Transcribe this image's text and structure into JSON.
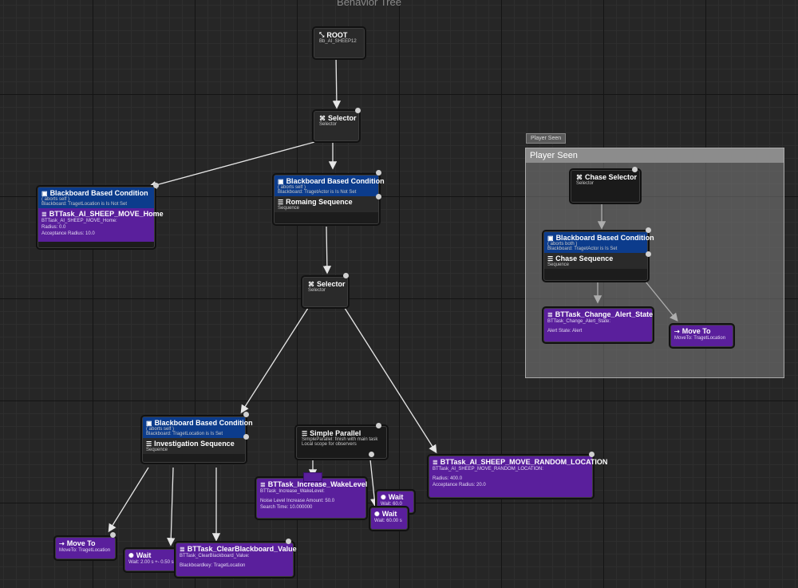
{
  "graph": {
    "title": "Behavior Tree"
  },
  "root": {
    "label": "ROOT",
    "sub": "Bb_AI_SHEEP12"
  },
  "selector1": {
    "label": "Selector",
    "sub": "Selector"
  },
  "home_branch": {
    "deco_title": "Blackboard Based Condition",
    "deco_line1": "( aborts self )",
    "deco_line2": "Blackboard: TragetLocation is Is Not Set",
    "task_title": "BTTask_AI_SHEEP_MOVE_Home",
    "task_line1": "BTTask_AI_SHEEP_MOVE_Home:",
    "task_line2": "Radius: 0.0",
    "task_line3": "Acceptance Radius: 10.0"
  },
  "roaming": {
    "deco_title": "Blackboard Based Condition",
    "deco_line1": "( aborts self )",
    "deco_line2": "Blackboard: TragetActor is Is Not Set",
    "seq_title": "Romaing Sequence",
    "seq_sub": "Sequence"
  },
  "selector2": {
    "label": "Selector",
    "sub": "Selector"
  },
  "investigation": {
    "deco_title": "Blackboard Based Condition",
    "deco_line1": "( aborts self )",
    "deco_line2": "Blackboard: TragetLocation is Is Set",
    "seq_title": "Investigation Sequence",
    "seq_sub": "Sequence"
  },
  "parallel": {
    "title": "Simple Parallel",
    "line1": "SimpleParallel: finish with main task",
    "line2": "Local scope for observers"
  },
  "wake": {
    "title": "BTTask_Increase_WakeLevel",
    "line1": "BTTask_Increase_WakeLevel:",
    "line2": "Noise Level Increase Amount: 50.0",
    "line3": "Search Time: 10.000000"
  },
  "wait_a": {
    "title": "Wait",
    "sub": "Wait: 60.0"
  },
  "wait_b": {
    "title": "Wait",
    "sub": "Wait: 60.00 s"
  },
  "random": {
    "title": "BTTask_AI_SHEEP_MOVE_RANDOM_LOCATION",
    "line1": "BTTask_AI_SHEEP_MOVE_RANDOM_LOCATION:",
    "line2": "Radius: 400.0",
    "line3": "Acceptance Radius: 20.0"
  },
  "moveto_inv": {
    "title": "Move To",
    "sub": "MoveTo: TragetLocation"
  },
  "wait_inv": {
    "title": "Wait",
    "sub": "Wait: 2.00 s +- 0.50 s"
  },
  "clearbb": {
    "title": "BTTask_ClearBlackboard_Value",
    "line1": "BTTask_ClearBlackboard_Value:",
    "line2": "Blackboardkey: TragetLocation"
  },
  "player_seen": {
    "tab": "Player Seen",
    "header": "Player Seen",
    "chase_selector": {
      "label": "Chase Selector",
      "sub": "Selector"
    },
    "deco_title": "Blackboard Based Condition",
    "deco_line1": "( aborts both )",
    "deco_line2": "Blackboard: TragetActor is Is Set",
    "seq_title": "Chase Sequence",
    "seq_sub": "Sequence",
    "alert": {
      "title": "BTTask_Change_Alert_State",
      "line1": "BTTask_Change_Alert_State:",
      "line2": "Alert State: Alert"
    },
    "moveto": {
      "title": "Move To",
      "sub": "MoveTo: TragetLocation"
    }
  },
  "colors": {
    "decorator": "#0c3c8c",
    "task": "#5a1f9c",
    "composite": "#2a2a2a",
    "comment": "#8c8c8c"
  }
}
